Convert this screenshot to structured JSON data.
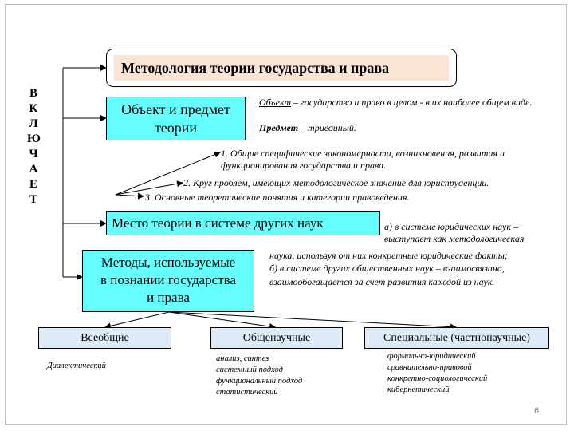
{
  "title": "Методология теории государства и права",
  "vertical_word": [
    "В",
    "К",
    "Л",
    "Ю",
    "Ч",
    "А",
    "Е",
    "Т"
  ],
  "object_box": {
    "label_line1": "Объект и предмет",
    "label_line2": "теории"
  },
  "object_note": {
    "object_term": "Объект",
    "object_text": " – государство и право в целом - в их наиболее общем виде.",
    "subject_term": "Предмет",
    "subject_text": " – триединый."
  },
  "subject_items": [
    "1. Общие специфические закономерности, возникновения, развития и функционирования государства и права.",
    "2. Круг проблем, имеющих методологическое значение для юриспруденции.",
    "3. Основные теоретические понятия и категории правоведения."
  ],
  "place_box": {
    "label": "Место теории в системе других наук"
  },
  "place_note": {
    "line_a1": "а) в системе юридических наук –",
    "line_a2": "выступает как методологическая",
    "line_a3": "наука, используя от них конкретные юридические факты;",
    "line_b1": "б) в системе других общественных наук – взаимосвязана,",
    "line_b2": "взаимообогащается за счет развития каждой из наук."
  },
  "methods_box": {
    "line1": "Методы, используемые",
    "line2": "в познании государства",
    "line3": "и права"
  },
  "categories": [
    {
      "label": "Всеобщие"
    },
    {
      "label": "Общенаучные"
    },
    {
      "label": "Специальные (частнонаучные)"
    }
  ],
  "universal_methods": [
    "Диалектический"
  ],
  "general_methods": [
    "анализ, синтез",
    "системный подход",
    "функциональный подход",
    "статистический"
  ],
  "special_methods": [
    "формально-юридический",
    "сравнительно-правовой",
    "конкретно-социологический",
    "кибернетический"
  ],
  "bullet_glyph": "",
  "page_number": "6",
  "colors": {
    "title_fill": "#fbe4d5",
    "box_cyan": "#66ffff",
    "box_blue": "#dcebf7"
  }
}
